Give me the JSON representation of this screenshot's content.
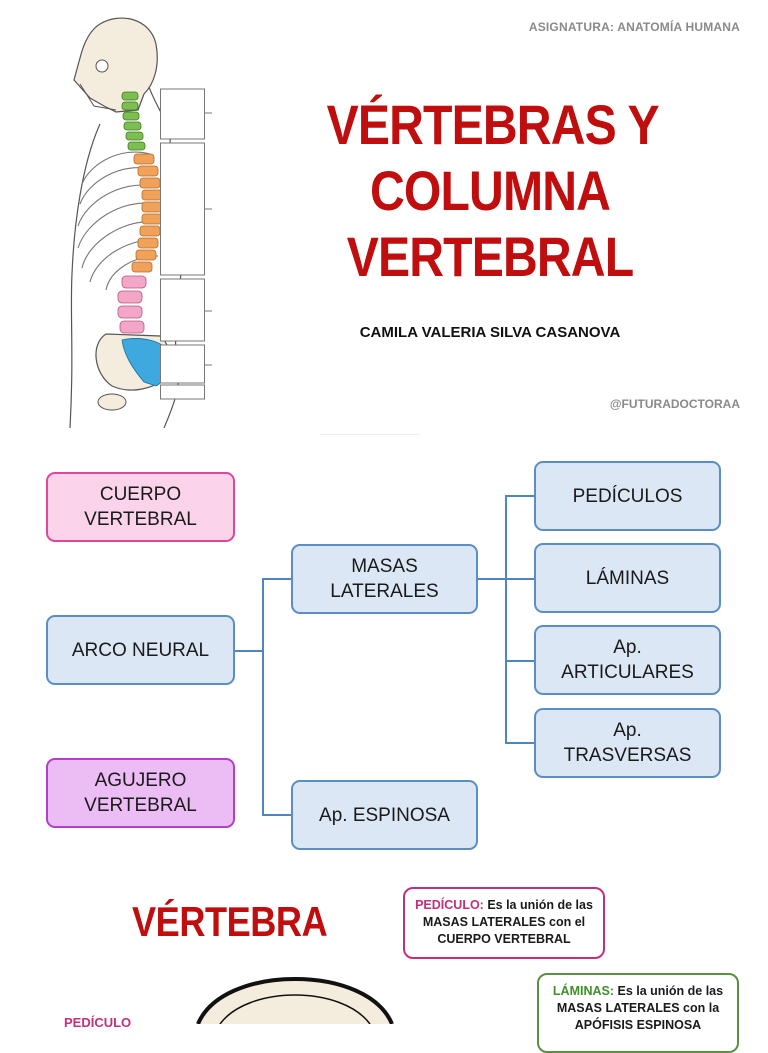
{
  "header": {
    "subject": "ASIGNATURA: ANATOMÍA HUMANA",
    "title_lines": [
      "VÉRTEBRAS Y",
      "COLUMNA",
      "VERTEBRAL"
    ],
    "author": "CAMILA VALERIA SILVA CASANOVA",
    "handle": "@FUTURADOCTORAA"
  },
  "colors": {
    "title_red": "#c00d0d",
    "box_blue_fill": "#dbe7f4",
    "box_blue_border": "#5a8ec4",
    "box_pink_fill": "#fbd3ea",
    "box_purple_fill": "#ecbcf5",
    "spine_cervical": "#7cbf4e",
    "spine_thoracic": "#f0a25a",
    "spine_lumbar": "#f2a7c8",
    "spine_sacral": "#3da9df"
  },
  "concept_map": {
    "cuerpo": "CUERPO\nVERTEBRAL",
    "arco": "ARCO NEURAL",
    "agujero": "AGUJERO\nVERTEBRAL",
    "masas": "MASAS\nLATERALES",
    "espinosa": "Ap. ESPINOSA",
    "pediculos": "PEDÍCULOS",
    "laminas": "LÁMINAS",
    "articulares": "Ap.\nARTICULARES",
    "trasversas": "Ap.\nTRASVERSAS"
  },
  "section2": {
    "title": "VÉRTEBRA",
    "pediculo_note_kw": "PEDÍCULO:",
    "pediculo_note_text": " Es la unión de las MASAS LATERALES con el CUERPO VERTEBRAL",
    "laminas_note_kw": "LÁMINAS:",
    "laminas_note_text": " Es la unión de las MASAS LATERALES con la APÓFISIS ESPINOSA",
    "pediculo_label": "PEDÍCULO"
  }
}
